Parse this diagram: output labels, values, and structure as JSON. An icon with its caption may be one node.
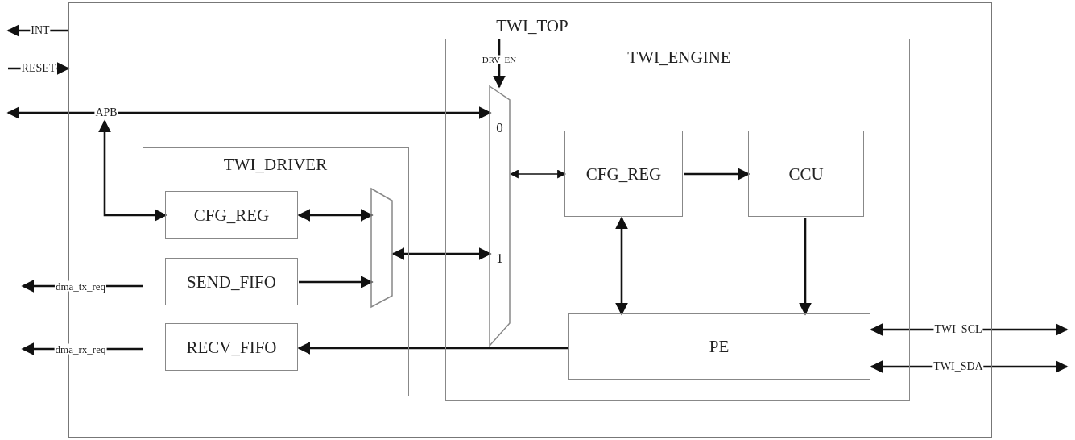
{
  "diagram": {
    "nodes": [
      {
        "text": [
          "TWI_TOP"
        ]
      },
      {
        "text": [
          "TWI_DRIVER"
        ],
        "in": 0
      },
      {
        "text": [
          "CFG_REG"
        ],
        "in": 1
      },
      {
        "text": [
          "SEND_FIFO"
        ],
        "in": 1
      },
      {
        "text": [
          "RECV_FIFO"
        ],
        "in": 1
      },
      {
        "text": [],
        "shape": "trapezoid",
        "in": 1
      },
      {
        "text": [
          "TWI_ENGINE"
        ],
        "in": 0
      },
      {
        "text": [
          "0",
          "1"
        ],
        "in": 6
      },
      {
        "text": [
          "CFG_REG"
        ],
        "in": 6
      },
      {
        "text": [
          "CCU"
        ],
        "in": 6
      },
      {
        "text": [
          "PE"
        ],
        "in": 6
      }
    ],
    "edges": [
      {
        "from": 0,
        "to": null,
        "arrow": "to",
        "label": "INT"
      },
      {
        "from": null,
        "to": 0,
        "arrow": "to",
        "label": "RESET"
      },
      {
        "from": null,
        "to": 7,
        "arrow": "both",
        "label": "APB"
      },
      {
        "from": null,
        "to": 2,
        "arrow": "both"
      },
      {
        "from": 1,
        "to": null,
        "arrow": "to",
        "label": "dma_tx_req"
      },
      {
        "from": 1,
        "to": null,
        "arrow": "to",
        "label": "dma_rx_req"
      },
      {
        "from": 6,
        "to": 7,
        "arrow": "to",
        "label": "DRV_EN"
      },
      {
        "from": 2,
        "to": 5,
        "arrow": "both"
      },
      {
        "from": 3,
        "to": 5,
        "arrow": "to"
      },
      {
        "from": 10,
        "to": 4,
        "arrow": "to"
      },
      {
        "from": 5,
        "to": 7,
        "arrow": "both"
      },
      {
        "from": 7,
        "to": 8,
        "arrow": "both"
      },
      {
        "from": 8,
        "to": 9,
        "arrow": "to"
      },
      {
        "from": 8,
        "to": 10,
        "arrow": "both"
      },
      {
        "from": 9,
        "to": 10,
        "arrow": "to"
      },
      {
        "from": 10,
        "to": null,
        "arrow": "both",
        "label": "TWI_SCL"
      },
      {
        "from": 10,
        "to": null,
        "arrow": "both",
        "label": "TWI_SDA"
      }
    ]
  }
}
